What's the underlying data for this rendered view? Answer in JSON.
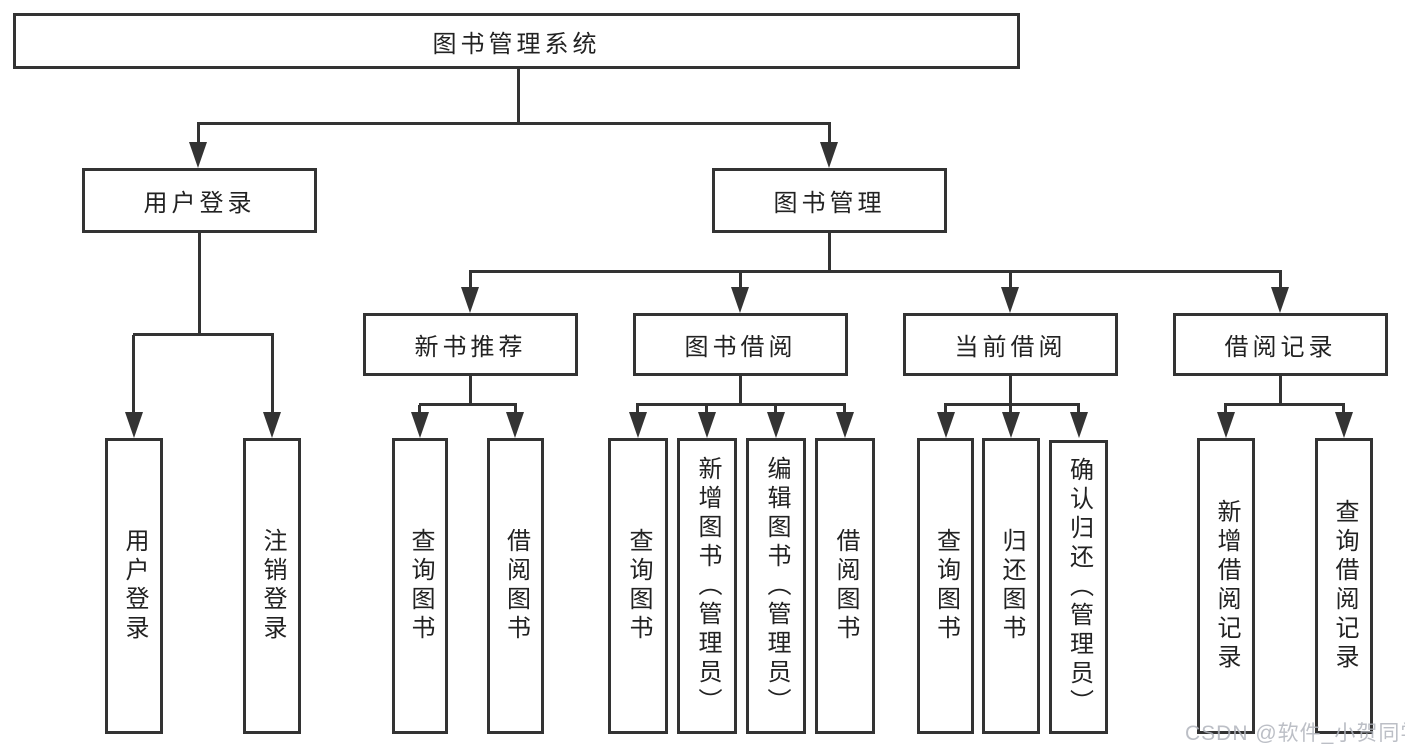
{
  "diagram": {
    "title": "图书管理系统",
    "root": {
      "label": "图书管理系统"
    },
    "level1": [
      {
        "label": "用户登录"
      },
      {
        "label": "图书管理"
      }
    ],
    "level2": [
      {
        "label": "新书推荐"
      },
      {
        "label": "图书借阅"
      },
      {
        "label": "当前借阅"
      },
      {
        "label": "借阅记录"
      }
    ],
    "leaves": {
      "login": [
        {
          "label": "用户登录"
        },
        {
          "label": "注销登录"
        }
      ],
      "recommend": [
        {
          "label": "查询图书"
        },
        {
          "label": "借阅图书"
        }
      ],
      "borrow": [
        {
          "label": "查询图书"
        },
        {
          "label": "新增图书（管理员）"
        },
        {
          "label": "编辑图书（管理员）"
        },
        {
          "label": "借阅图书"
        }
      ],
      "current": [
        {
          "label": "查询图书"
        },
        {
          "label": "归还图书"
        },
        {
          "label": "确认归还（管理员）"
        }
      ],
      "records": [
        {
          "label": "新增借阅记录"
        },
        {
          "label": "查询借阅记录"
        }
      ]
    }
  },
  "colors": {
    "line": "#333333",
    "text": "#222222",
    "background": "#ffffff"
  },
  "watermark": {
    "text": "CSDN @软件_小贺同学"
  }
}
